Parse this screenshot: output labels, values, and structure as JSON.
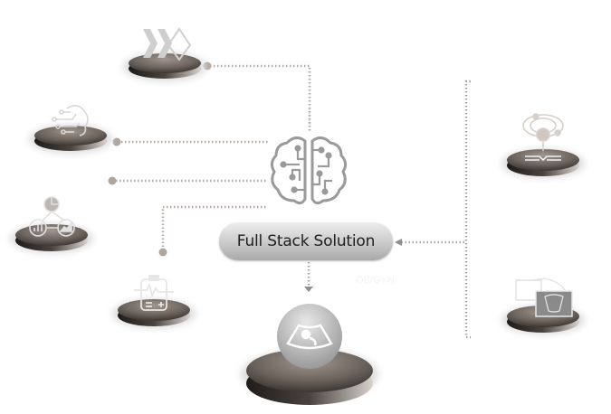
{
  "center": {
    "title": "Full Stack Solution",
    "icon": "brain-circuit-icon"
  },
  "main_node": {
    "icon": "ultrasound-fetus-icon",
    "faint_label": "OB/GYN"
  },
  "left_nodes": [
    {
      "id": "data-layers",
      "icon": "diamond-chevrons-icon"
    },
    {
      "id": "machine-learning",
      "icon": "brain-circuit-head-icon"
    },
    {
      "id": "analytics",
      "icon": "charts-network-icon"
    },
    {
      "id": "clinical",
      "icon": "clipboard-heartbeat-icon"
    }
  ],
  "right_nodes": [
    {
      "id": "knowledge",
      "icon": "lightbulb-book-icon"
    },
    {
      "id": "imaging",
      "icon": "ultrasound-monitor-icon"
    }
  ],
  "colors": {
    "connector": "#b5aaa3",
    "disc_dark": "#3b3632",
    "disc_light": "#9c928b",
    "pill_text": "#1e1e1e"
  }
}
